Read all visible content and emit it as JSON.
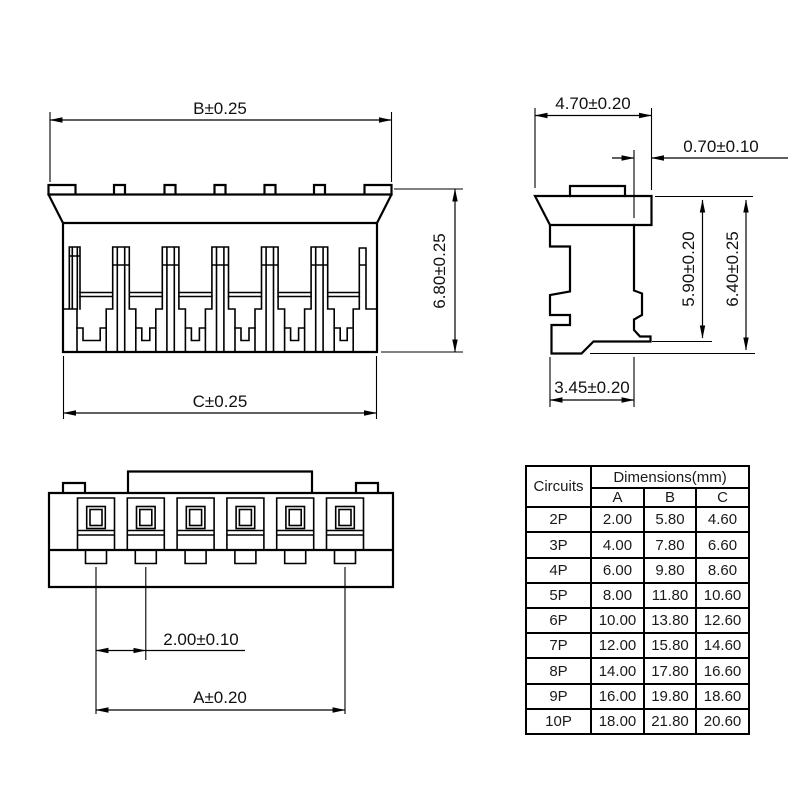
{
  "drawing": {
    "front_view": {
      "dim_top_width": "B±0.25",
      "dim_height": "6.80±0.25",
      "dim_bottom_width": "C±0.25"
    },
    "side_view": {
      "dim_depth": "4.70±0.20",
      "dim_flange_offset": "0.70±0.10",
      "dim_latch_height": "5.90±0.20",
      "dim_total_height": "6.40±0.25",
      "dim_base_depth": "3.45±0.20"
    },
    "bottom_view": {
      "dim_pitch": "2.00±0.10",
      "dim_span": "A±0.20"
    }
  },
  "table": {
    "corner_header": "Circuits",
    "group_header": "Dimensions(mm)",
    "columns": [
      "A",
      "B",
      "C"
    ],
    "rows": [
      {
        "circuits": "2P",
        "a": "2.00",
        "b": "5.80",
        "c": "4.60"
      },
      {
        "circuits": "3P",
        "a": "4.00",
        "b": "7.80",
        "c": "6.60"
      },
      {
        "circuits": "4P",
        "a": "6.00",
        "b": "9.80",
        "c": "8.60"
      },
      {
        "circuits": "5P",
        "a": "8.00",
        "b": "11.80",
        "c": "10.60"
      },
      {
        "circuits": "6P",
        "a": "10.00",
        "b": "13.80",
        "c": "12.60"
      },
      {
        "circuits": "7P",
        "a": "12.00",
        "b": "15.80",
        "c": "14.60"
      },
      {
        "circuits": "8P",
        "a": "14.00",
        "b": "17.80",
        "c": "16.60"
      },
      {
        "circuits": "9P",
        "a": "16.00",
        "b": "19.80",
        "c": "18.60"
      },
      {
        "circuits": "10P",
        "a": "18.00",
        "b": "21.80",
        "c": "20.60"
      }
    ]
  },
  "colors": {
    "line": "#000000",
    "text": "#1a1a1a",
    "background": "#ffffff"
  }
}
